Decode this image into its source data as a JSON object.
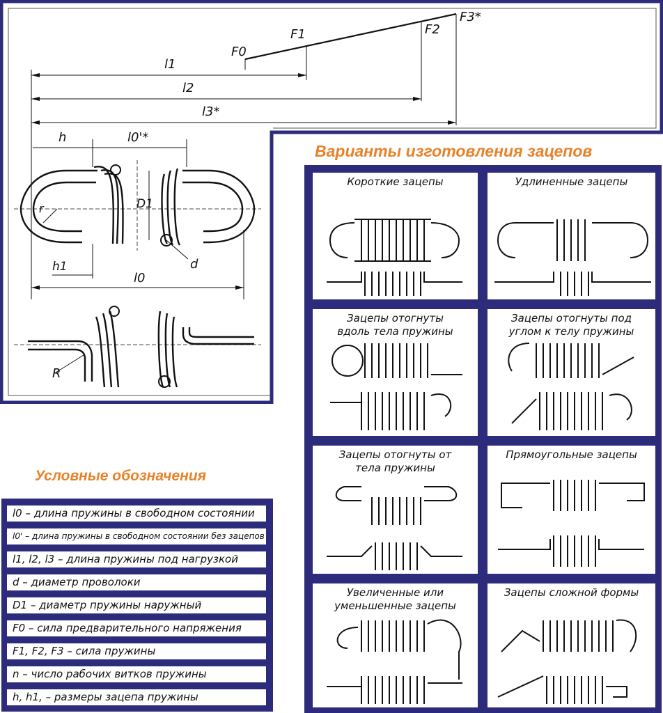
{
  "main_drawing": {
    "force_labels": [
      "F0",
      "F1",
      "F2",
      "F3*"
    ],
    "length_labels": [
      "l1",
      "l2",
      "l3*"
    ],
    "dim_h": "h",
    "dim_l0_prime": "l0'*",
    "dim_d1": "D1",
    "dim_r": "r",
    "dim_h1": "h1",
    "dim_l0": "l0",
    "dim_d": "d",
    "dim_R": "R"
  },
  "variants_title": "Варианты изготовления зацепов",
  "variants": [
    {
      "label": "Короткие зацепы"
    },
    {
      "label": "Удлиненные зацепы"
    },
    {
      "label": "Зацепы отогнуты\nвдоль тела пружины"
    },
    {
      "label": "Зацепы отогнуты под\nуглом к телу пружины"
    },
    {
      "label": "Зацепы отогнуты от\nтела пружины"
    },
    {
      "label": "Прямоугольные зацепы"
    },
    {
      "label": "Увеличенные или\nуменьшенные зацепы"
    },
    {
      "label": "Зацепы сложной формы"
    }
  ],
  "legend_title": "Условные обозначения",
  "legend": [
    {
      "text": "l0 – длина пружины в свободном состоянии"
    },
    {
      "text": "l0' – длина пружины в свободном состоянии без зацепов"
    },
    {
      "text": "l1, l2, l3 – длина пружины под нагрузкой"
    },
    {
      "text": "d – диаметр проволоки"
    },
    {
      "text": "D1 – диаметр пружины наружный"
    },
    {
      "text": "F0 – сила предварительного напряжения"
    },
    {
      "text": "F1, F2, F3 – сила пружины"
    },
    {
      "text": "n – число рабочих витков пружины"
    },
    {
      "text": "h, h1, – размеры зацепа пружины"
    }
  ],
  "colors": {
    "frame": "#2d2b7c",
    "accent": "#e8822a"
  }
}
